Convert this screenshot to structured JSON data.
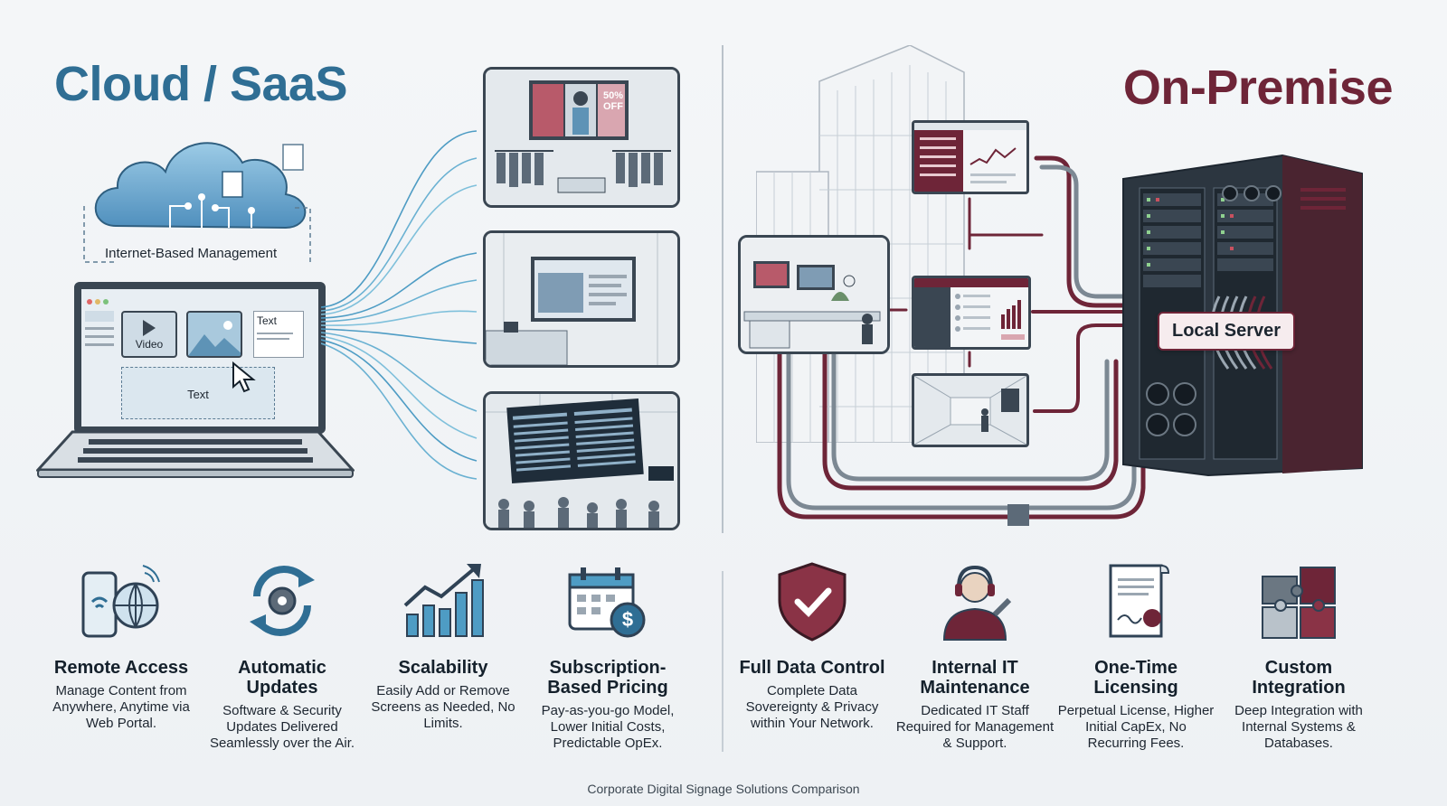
{
  "cloud_title": "Cloud / SaaS",
  "onprem_title": "On-Premise",
  "cloud": {
    "management_label": "Internet-Based Management",
    "editor": {
      "video_label": "Video",
      "text_label_1": "Text",
      "text_label_2": "Text"
    },
    "sale_badge": "50% OFF"
  },
  "onprem": {
    "server_label": "Local Server"
  },
  "features_cloud": [
    {
      "title": "Remote Access",
      "desc": "Manage Content from Anywhere, Anytime via Web Portal.",
      "icon": "phone-globe-icon"
    },
    {
      "title": "Automatic Updates",
      "desc": "Software & Security Updates Delivered Seamlessly over the Air.",
      "icon": "sync-gear-icon"
    },
    {
      "title": "Scalability",
      "desc": "Easily Add or Remove Screens as Needed, No Limits.",
      "icon": "growth-chart-icon"
    },
    {
      "title": "Subscription-Based Pricing",
      "desc": "Pay-as-you-go Model, Lower Initial Costs, Predictable OpEx.",
      "icon": "calendar-dollar-icon"
    }
  ],
  "features_onprem": [
    {
      "title": "Full Data Control",
      "desc": "Complete Data Sovereignty & Privacy within Your Network.",
      "icon": "shield-check-icon"
    },
    {
      "title": "Internal IT Maintenance",
      "desc": "Dedicated IT Staff Required for Management & Support.",
      "icon": "technician-icon"
    },
    {
      "title": "One-Time Licensing",
      "desc": "Perpetual License, Higher Initial CapEx, No Recurring Fees.",
      "icon": "license-certificate-icon"
    },
    {
      "title": "Custom Integration",
      "desc": "Deep Integration with Internal Systems & Databases.",
      "icon": "puzzle-icon"
    }
  ],
  "caption": "Corporate Digital Signage Solutions Comparison",
  "colors": {
    "cloud_accent": "#2f6e94",
    "onprem_accent": "#6e2538",
    "outline": "#3a4652"
  }
}
